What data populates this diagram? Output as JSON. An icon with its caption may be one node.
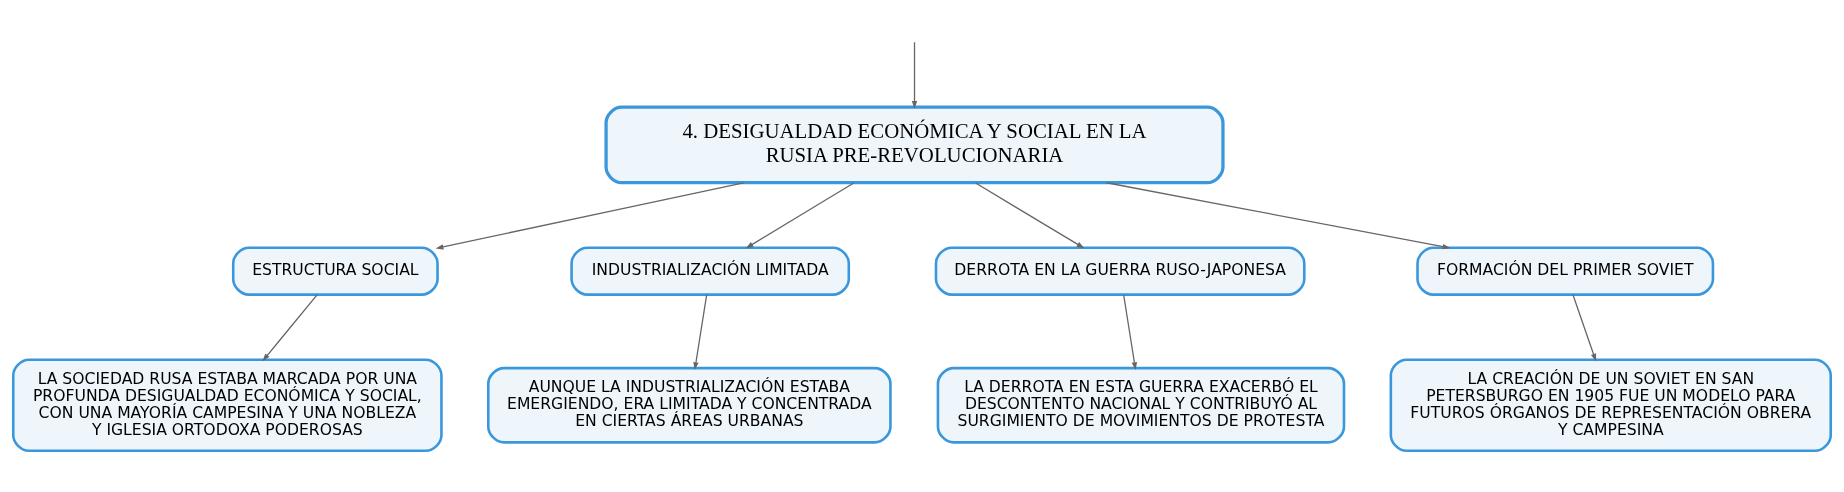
{
  "diagram": {
    "nodes": [
      {
        "text": [
          "4. DESIGUALDAD ECONÓMICA Y SOCIAL EN LA RUSIA PRE-REVOLUCIONARIA"
        ]
      },
      {
        "text": [
          "ESTRUCTURA SOCIAL"
        ]
      },
      {
        "text": [
          "INDUSTRIALIZACIÓN LIMITADA"
        ]
      },
      {
        "text": [
          "DERROTA EN LA GUERRA RUSO-JAPONESA"
        ]
      },
      {
        "text": [
          "FORMACIÓN DEL PRIMER SOVIET"
        ]
      },
      {
        "text": [
          "LA SOCIEDAD RUSA ESTABA MARCADA POR UNA PROFUNDA DESIGUALDAD ECONÓMICA Y SOCIAL, CON UNA MAYORÍA CAMPESINA Y UNA NOBLEZA Y IGLESIA ORTODOXA PODEROSAS"
        ]
      },
      {
        "text": [
          "AUNQUE LA INDUSTRIALIZACIÓN ESTABA EMERGIENDO, ERA LIMITADA Y CONCENTRADA EN CIERTAS ÁREAS URBANAS"
        ]
      },
      {
        "text": [
          "LA DERROTA EN ESTA GUERRA EXACERBÓ EL DESCONTENTO NACIONAL Y CONTRIBUYÓ AL SURGIMIENTO DE MOVIMIENTOS DE PROTESTA"
        ]
      },
      {
        "text": [
          "LA CREACIÓN DE UN SOVIET EN SAN PETERSBURGO EN 1905 FUE UN MODELO PARA FUTUROS ÓRGANOS DE REPRESENTACIÓN OBRERA Y CAMPESINA"
        ]
      }
    ],
    "edges": [
      {
        "from": null,
        "to": 0,
        "arrow": "to"
      },
      {
        "from": 0,
        "to": 1,
        "arrow": "to"
      },
      {
        "from": 0,
        "to": 2,
        "arrow": "to"
      },
      {
        "from": 0,
        "to": 3,
        "arrow": "to"
      },
      {
        "from": 0,
        "to": 4,
        "arrow": "to"
      },
      {
        "from": 1,
        "to": 5,
        "arrow": "to"
      },
      {
        "from": 2,
        "to": 6,
        "arrow": "to"
      },
      {
        "from": 3,
        "to": 7,
        "arrow": "to"
      },
      {
        "from": 4,
        "to": 8,
        "arrow": "to"
      }
    ]
  }
}
